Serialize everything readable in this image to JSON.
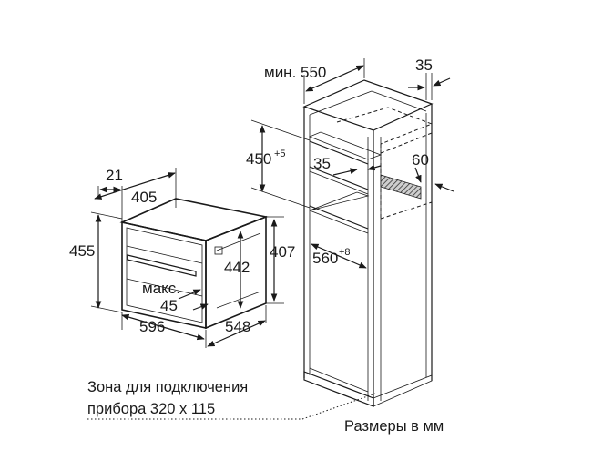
{
  "labels": {
    "d21": "21",
    "d405": "405",
    "d455": "455",
    "d596": "596",
    "d548": "548",
    "d442": "442",
    "d407": "407",
    "maks": "макс.",
    "d45": "45",
    "min550": "мин. 550",
    "d35top": "35",
    "d450": "450",
    "d450_sup": "+5",
    "d35mid": "35",
    "d60": "60",
    "d560": "560",
    "d560_sup": "+8",
    "zone_line1": "Зона для подключения",
    "zone_line2": "прибора 320 x 115",
    "units": "Размеры в мм"
  }
}
